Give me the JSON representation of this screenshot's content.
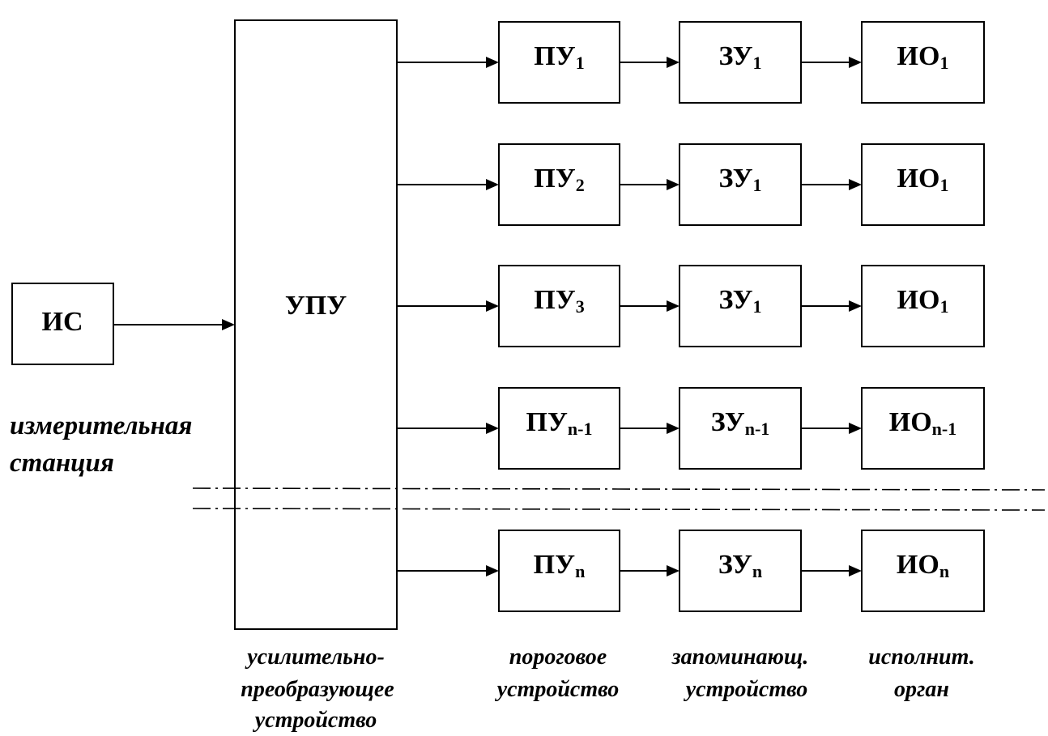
{
  "source": {
    "label": "ИС",
    "caption_lines": [
      "измерительная",
      "станция"
    ]
  },
  "converter": {
    "label": "УПУ",
    "caption_lines": [
      "усилительно-",
      "преобразующее",
      "устройство"
    ]
  },
  "columns": {
    "threshold": {
      "caption_lines": [
        "пороговое",
        "устройство"
      ]
    },
    "memory": {
      "caption_lines": [
        "запоминающ.",
        "устройство"
      ]
    },
    "executor": {
      "caption_lines": [
        "исполнит.",
        "орган"
      ]
    }
  },
  "rows": [
    {
      "threshold": {
        "base": "ПУ",
        "sub": "1"
      },
      "memory": {
        "base": "ЗУ",
        "sub": "1"
      },
      "executor": {
        "base": "ИО",
        "sub": "1"
      }
    },
    {
      "threshold": {
        "base": "ПУ",
        "sub": "2"
      },
      "memory": {
        "base": "ЗУ",
        "sub": "1"
      },
      "executor": {
        "base": "ИО",
        "sub": "1"
      }
    },
    {
      "threshold": {
        "base": "ПУ",
        "sub": "3"
      },
      "memory": {
        "base": "ЗУ",
        "sub": "1"
      },
      "executor": {
        "base": "ИО",
        "sub": "1"
      }
    },
    {
      "threshold": {
        "base": "ПУ",
        "sub": "n-1"
      },
      "memory": {
        "base": "ЗУ",
        "sub": "n-1"
      },
      "executor": {
        "base": "ИО",
        "sub": "n-1"
      }
    },
    {
      "threshold": {
        "base": "ПУ",
        "sub": "n"
      },
      "memory": {
        "base": "ЗУ",
        "sub": "n"
      },
      "executor": {
        "base": "ИО",
        "sub": "n"
      }
    }
  ]
}
